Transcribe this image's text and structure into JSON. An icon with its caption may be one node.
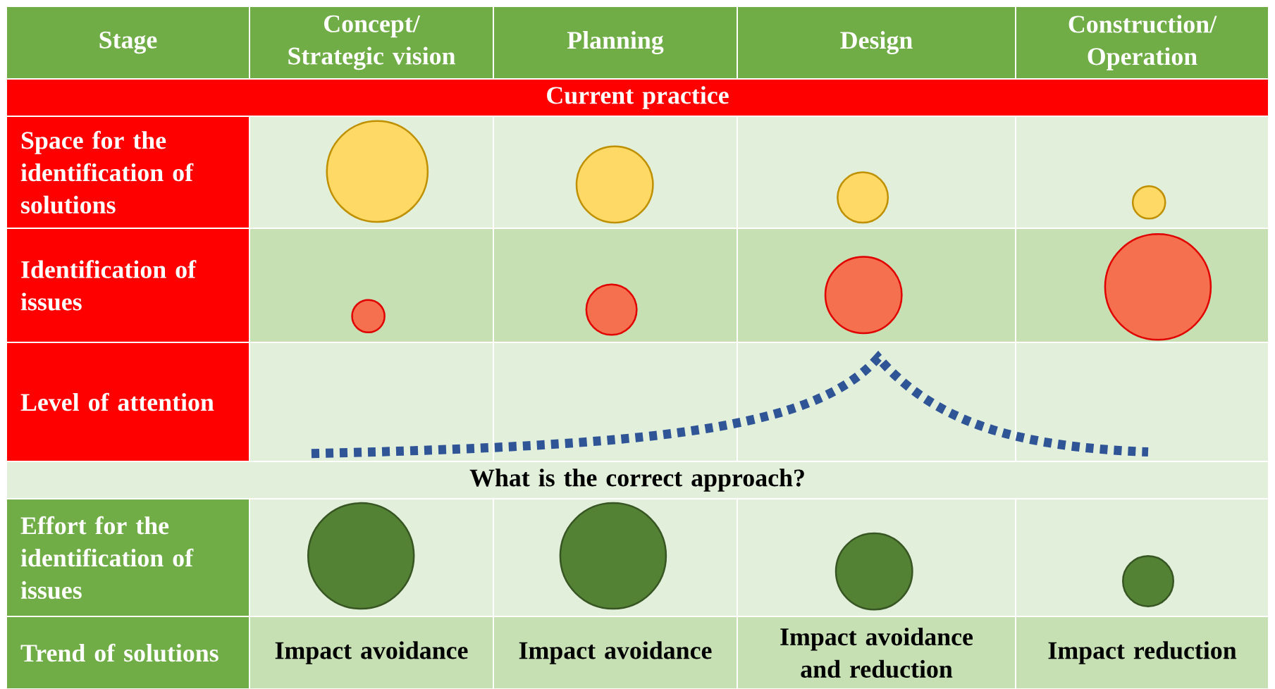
{
  "diagram": {
    "nodes": [
      {
        "text": [
          "Stage"
        ]
      },
      {
        "text": [
          "Concept/ Strategic vision"
        ]
      },
      {
        "text": [
          "Planning"
        ]
      },
      {
        "text": [
          "Design"
        ]
      },
      {
        "text": [
          "Construction/ Operation"
        ]
      },
      {
        "text": [
          "Current practice"
        ]
      },
      {
        "text": [
          "Space for the identification of solutions"
        ]
      },
      {
        "text": [],
        "shape": "circle"
      },
      {
        "text": [],
        "shape": "circle"
      },
      {
        "text": [],
        "shape": "circle"
      },
      {
        "text": [],
        "shape": "circle"
      },
      {
        "text": [
          "Identification of issues"
        ]
      },
      {
        "text": [],
        "shape": "circle"
      },
      {
        "text": [],
        "shape": "circle"
      },
      {
        "text": [],
        "shape": "circle"
      },
      {
        "text": [],
        "shape": "circle"
      },
      {
        "text": [
          "Level of attention"
        ]
      },
      {
        "text": [
          "What is the correct approach?"
        ]
      },
      {
        "text": [
          "Effort for the identification of issues"
        ]
      },
      {
        "text": [],
        "shape": "circle"
      },
      {
        "text": [],
        "shape": "circle"
      },
      {
        "text": [],
        "shape": "circle"
      },
      {
        "text": [],
        "shape": "circle"
      },
      {
        "text": [
          "Trend of solutions"
        ]
      },
      {
        "text": [
          "Impact avoidance"
        ]
      },
      {
        "text": [
          "Impact avoidance"
        ]
      },
      {
        "text": [
          "Impact avoidance and reduction"
        ]
      },
      {
        "text": [
          "Impact reduction"
        ]
      }
    ]
  }
}
